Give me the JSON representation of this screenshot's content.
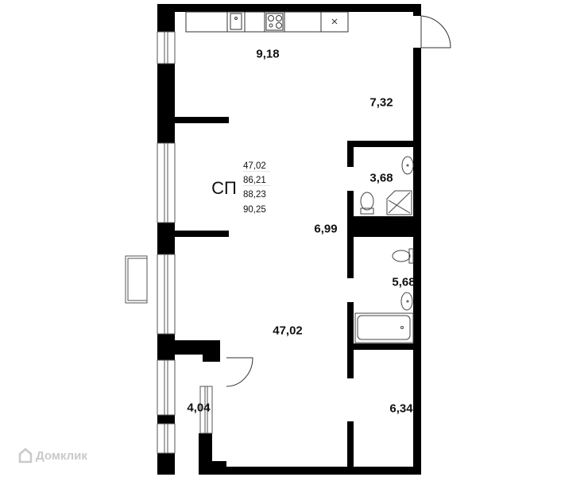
{
  "plan": {
    "type_label": "СП",
    "areas": [
      "47,02",
      "86,21",
      "88,23",
      "90,25"
    ],
    "rooms": [
      {
        "name": "kitchen",
        "area": "9,18"
      },
      {
        "name": "hallway",
        "area": "7,32"
      },
      {
        "name": "bathroom-1",
        "area": "3,68"
      },
      {
        "name": "corridor",
        "area": "6,99"
      },
      {
        "name": "bathroom-2",
        "area": "5,68"
      },
      {
        "name": "living-room",
        "area": "47,02"
      },
      {
        "name": "loggia",
        "area": "4,04"
      },
      {
        "name": "storage",
        "area": "6,34"
      }
    ]
  },
  "watermark": "Домклик",
  "colors": {
    "wall": "#000000",
    "background": "#ffffff",
    "watermark": "#c9c9c9"
  }
}
